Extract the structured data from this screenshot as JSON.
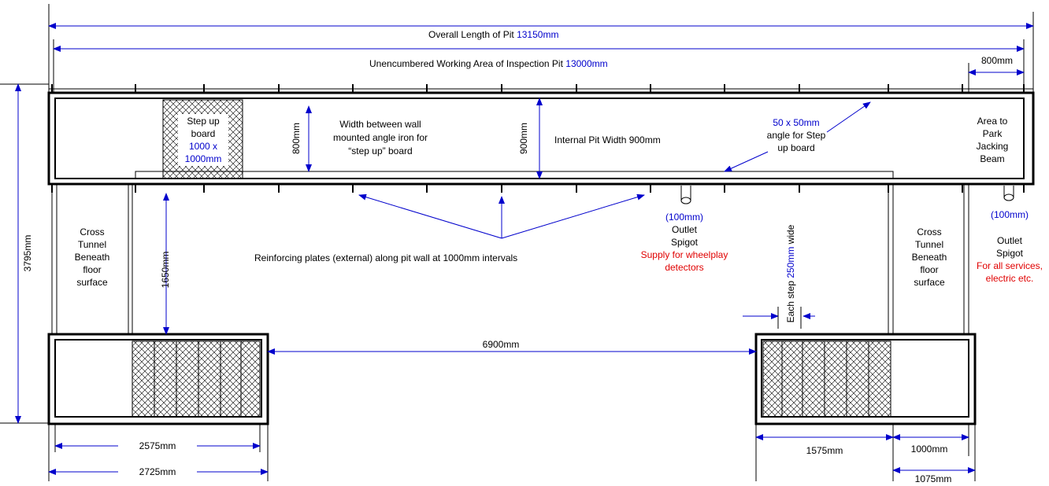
{
  "drawing": {
    "overall_length": {
      "label": "Overall Length of Pit",
      "value": "13150mm"
    },
    "working_area": {
      "label": "Unencumbered Working Area of Inspection Pit",
      "value": "13000mm"
    },
    "end_offset": "800mm",
    "total_width": "3795mm",
    "step_board_gap": "800mm",
    "step_board_gap_note": [
      "Width between wall",
      "mounted angle iron for",
      "“step up” board"
    ],
    "internal_width_dim": "900mm",
    "internal_width_label": "Internal Pit Width 900mm",
    "step_board": {
      "title": [
        "Step up",
        "board"
      ],
      "size": [
        "1000 x",
        "1000mm"
      ]
    },
    "angle_iron": {
      "size": "50 x 50mm",
      "note": [
        "angle for Step",
        "up board"
      ]
    },
    "park_area": [
      "Area to",
      "Park",
      "Jacking",
      "Beam"
    ],
    "cross_tunnel_left": [
      "Cross",
      "Tunnel",
      "Beneath",
      "floor",
      "surface"
    ],
    "cross_tunnel_right": [
      "Cross",
      "Tunnel",
      "Beneath",
      "floor",
      "surface"
    ],
    "stair_depth": "1650mm",
    "reinforcing_note": "Reinforcing plates (external) along pit wall at 1000mm intervals",
    "spigot_1": {
      "size": "(100mm)",
      "label": [
        "Outlet",
        "Spigot"
      ],
      "purpose": [
        "Supply for wheelplay",
        "detectors"
      ]
    },
    "spigot_2": {
      "size": "(100mm)",
      "label": [
        "Outlet",
        "Spigot"
      ],
      "purpose": [
        "For all services,",
        "electric etc."
      ]
    },
    "step_width": {
      "prefix": "Each step ",
      "value": "250mm",
      "suffix": " wide"
    },
    "stair_spacing": "6900mm",
    "left_stair_inner": "2575mm",
    "left_stair_outer": "2725mm",
    "right_stair_steps": "1575mm",
    "right_landing": "1000mm",
    "right_landing_outer": "1075mm"
  },
  "colors": {
    "dimension": "#0000cc",
    "warning": "#e00000",
    "line": "#000000"
  }
}
